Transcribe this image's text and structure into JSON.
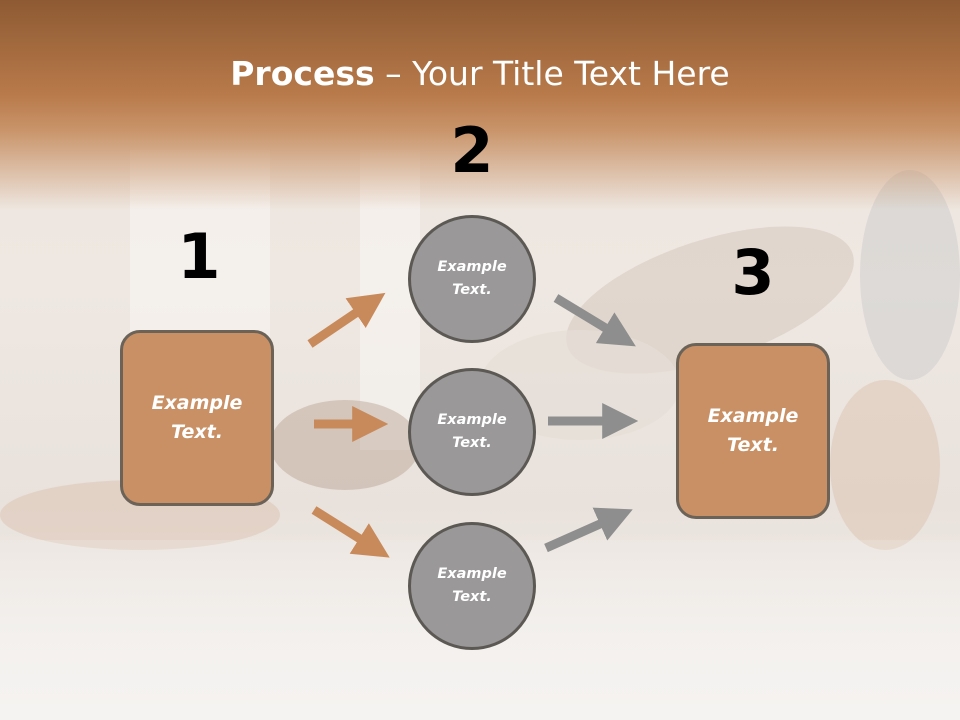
{
  "slide": {
    "title_bold": "Process",
    "title_rest": " – Your Title Text Here"
  },
  "steps": {
    "one": {
      "number": "1",
      "box_text": "Example\nText."
    },
    "two": {
      "number": "2",
      "circles": [
        "Example\nText.",
        "Example\nText.",
        "Example\nText."
      ]
    },
    "three": {
      "number": "3",
      "box_text": "Example\nText."
    }
  },
  "colors": {
    "box_fill": "#c89064",
    "circle_fill": "#9a9898",
    "arrow_orange": "#c88a5a",
    "arrow_gray": "#8e8e8e",
    "header": "#b87a4a"
  }
}
